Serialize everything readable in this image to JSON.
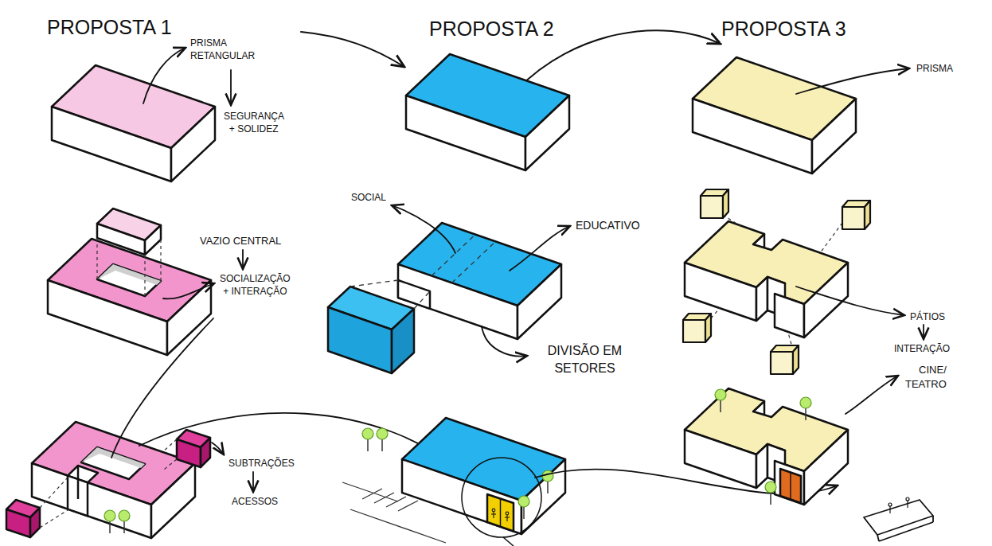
{
  "diagram": {
    "labels": [
      "PROPOSTA 1",
      "PROPOSTA 2",
      "PROPOSTA 3",
      "PRISMA RETANGULAR",
      "SEGURANÇA + SOLIDEZ",
      "VAZIO CENTRAL",
      "SOCIALIZAÇÃO + INTERAÇÃO",
      "SUBTRAÇÕES",
      "ACESSOS",
      "SOCIAL",
      "EDUCATIVO",
      "DIVISÃO EM SETORES",
      "PRISMA",
      "PÁTIOS",
      "INTERAÇÃO",
      "CINE/ TEATRO"
    ]
  }
}
